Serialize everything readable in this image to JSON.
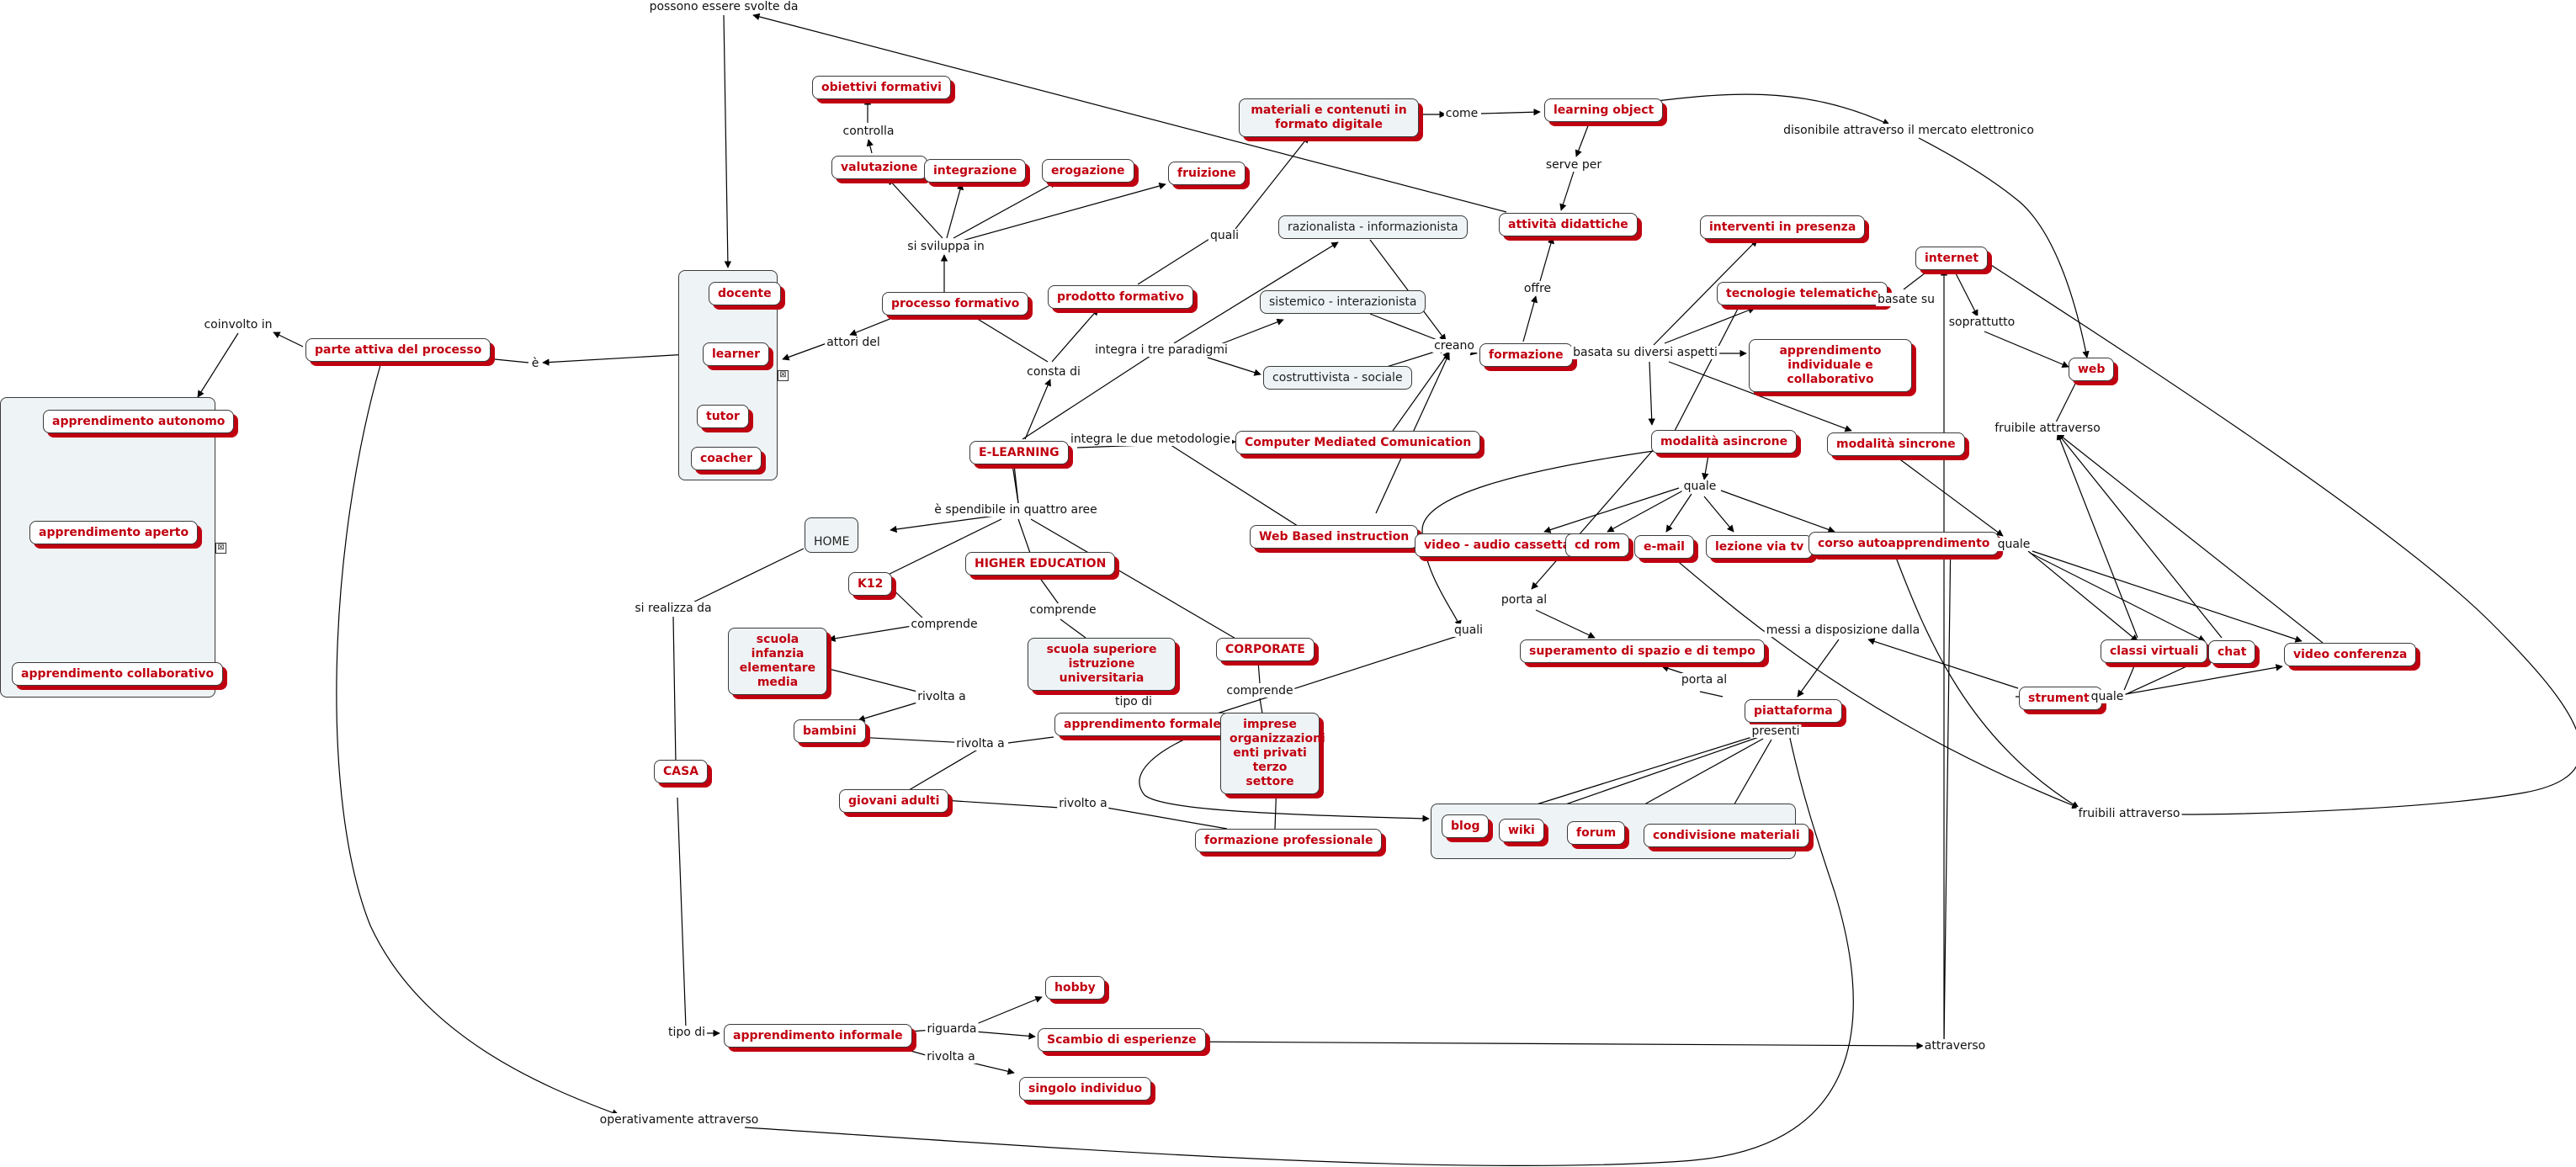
{
  "concepts": {
    "e_learning": "E-LEARNING",
    "processo_formativo": "processo formativo",
    "prodotto_formativo": "prodotto formativo",
    "materiali": "materiali e contenuti in formato digitale",
    "learning_object": "learning object",
    "attivita_didattiche": "attività didattiche",
    "formazione": "formazione",
    "obiettivi_formativi": "obiettivi formativi",
    "valutazione": "valutazione",
    "integrazione": "integrazione",
    "erogazione": "erogazione",
    "fruizione": "fruizione",
    "docente": "docente",
    "learner": "learner",
    "tutor": "tutor",
    "coacher": "coacher",
    "parte_attiva": "parte attiva del processo",
    "apprendimento_autonomo": "apprendimento autonomo",
    "apprendimento_aperto": "apprendimento aperto",
    "apprendimento_collaborativo": "apprendimento collaborativo",
    "razionalista": "razionalista - informazionista",
    "sistemico": "sistemico - interazionista",
    "costruttivista": "costruttivista - sociale",
    "cmc": "Computer Mediated Comunication",
    "wbi": "Web Based instruction",
    "interventi_presenza": "interventi in presenza",
    "tecnologie_telematiche": "tecnologie telematiche",
    "apprendimento_individuale": "apprendimento individuale e collaborativo",
    "internet": "internet",
    "web": "web",
    "modalita_asincrone": "modalità asincrone",
    "modalita_sincrone": "modalità sincrone",
    "video_audio": "video - audio cassetta",
    "cd_rom": "cd rom",
    "email": "e-mail",
    "lezione_tv": "lezione via tv",
    "corso_auto": "corso autoapprendimento",
    "superamento": "superamento di spazio e di tempo",
    "piattaforma": "piattaforma",
    "blog": "blog",
    "wiki": "wiki",
    "forum": "forum",
    "condivisione": "condivisione materiali",
    "classi_virtuali": "classi virtuali",
    "chat": "chat",
    "video_conferenza": "video conferenza",
    "strumenti": "strumenti",
    "home": "HOME",
    "k12": "K12",
    "higher_education": "HIGHER EDUCATION",
    "corporate": "CORPORATE",
    "casa": "CASA",
    "scuola_infanzia": "scuola infanzia elementare media",
    "scuola_superiore": "scuola superiore istruzione universitaria",
    "bambini": "bambini",
    "giovani_adulti": "giovani adulti",
    "apprendimento_formale": "apprendimento formale",
    "imprese": "imprese organizzazioni enti privati terzo settore",
    "formazione_professionale": "formazione professionale",
    "apprendimento_informale": "apprendimento informale",
    "hobby": "hobby",
    "scambio_esperienze": "Scambio di esperienze",
    "singolo_individuo": "singolo individuo"
  },
  "links": {
    "possono_essere": "possono essere svolte da",
    "coinvolto_in": "coinvolto in",
    "e": "è",
    "attori_del": "attori del",
    "controlla": "controlla",
    "si_sviluppa_in": "si sviluppa in",
    "quali_1": "quali",
    "come": "come",
    "serve_per": "serve per",
    "offre": "offre",
    "consta_di": "consta di",
    "integra_tre_paradigmi": "integra i tre paradigmi",
    "creano": "creano",
    "basata_su": "basata su diversi aspetti",
    "integra_due": "integra le due metodologie",
    "basate_su": "basate su",
    "soprattutto": "soprattutto",
    "disponibile": "disonibile attraverso il mercato elettronico",
    "fruibile_attraverso": "fruibile attraverso",
    "quale_1": "quale",
    "quale_2": "quale",
    "quale_3": "quale",
    "spendibile": "è spendibile in quattro aree",
    "porta_al_1": "porta al",
    "porta_al_2": "porta al",
    "messi_disposizione": "messi a disposizione dalla",
    "presenti": "presenti",
    "quali_2": "quali",
    "si_realizza_da": "si realizza da",
    "comprende_1": "comprende",
    "comprende_2": "comprende",
    "comprende_3": "comprende",
    "rivolta_a_1": "rivolta a",
    "rivolta_a_2": "rivolta a",
    "rivolta_a_3": "rivolta a",
    "rivolto_a": "rivolto a",
    "tipo_di_1": "tipo di",
    "tipo_di_2": "tipo di",
    "riguarda": "riguarda",
    "fruibili_attraverso": "fruibili attraverso",
    "attraverso": "attraverso",
    "operativamente": "operativamente attraverso"
  },
  "colors": {
    "concept_text": "#c00010",
    "shadow": "#c00010",
    "group_fill": "#eef3f5",
    "line": "#000000"
  }
}
